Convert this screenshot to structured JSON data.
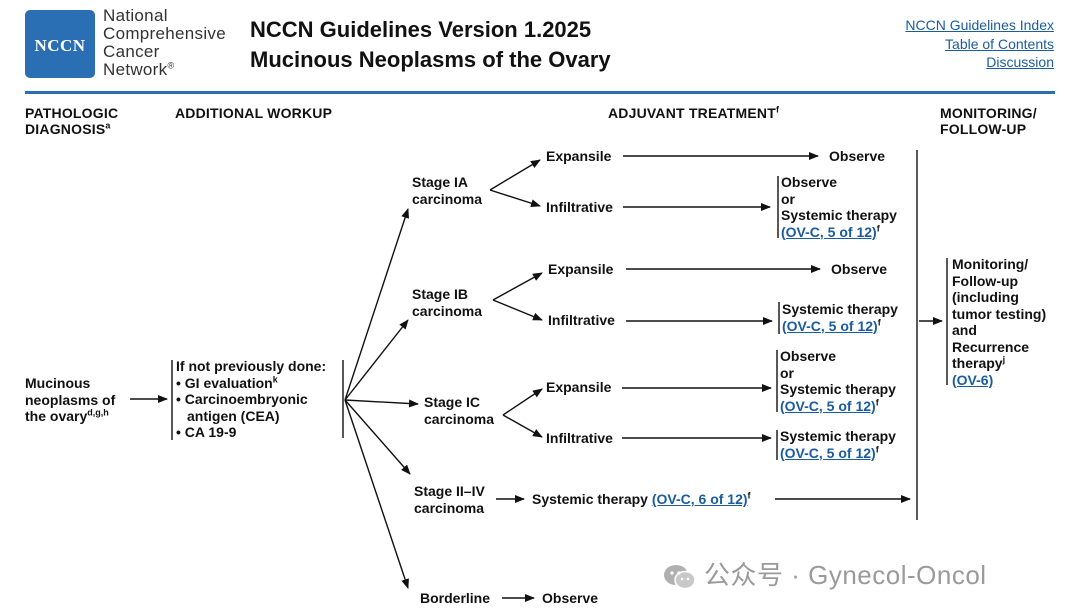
{
  "logo": {
    "abbr": "NCCN",
    "line1": "National",
    "line2": "Comprehensive",
    "line3": "Cancer",
    "line4": "Network",
    "registered": "®"
  },
  "header": {
    "title1": "NCCN Guidelines Version 1.2025",
    "title2": "Mucinous Neoplasms of the Ovary"
  },
  "links": {
    "index": "NCCN Guidelines Index",
    "toc": "Table of Contents",
    "discussion": "Discussion"
  },
  "columns": {
    "pathologic_line1": "PATHOLOGIC",
    "pathologic_line2": "DIAGNOSIS",
    "pathologic_sup": "a",
    "workup": "ADDITIONAL WORKUP",
    "adjuvant": "ADJUVANT TREATMENT",
    "adjuvant_sup": "f",
    "monitoring_line1": "MONITORING/",
    "monitoring_line2": "FOLLOW-UP"
  },
  "diagnosis": {
    "line1": "Mucinous",
    "line2": "neoplasms of",
    "line3": "the ovary",
    "sup": "d,g,h"
  },
  "workup": {
    "heading": "If not previously done:",
    "item1": "• GI evaluation",
    "item1_sup": "k",
    "item2a": "• Carcinoembryonic",
    "item2b": "antigen (CEA)",
    "item3": "• CA 19-9"
  },
  "stages": {
    "ia": {
      "line1": "Stage IA",
      "line2": "carcinoma"
    },
    "ib": {
      "line1": "Stage IB",
      "line2": "carcinoma"
    },
    "ic": {
      "line1": "Stage IC",
      "line2": "carcinoma"
    },
    "iiiv": {
      "line1": "Stage II–IV",
      "line2": "carcinoma"
    },
    "borderline": "Borderline"
  },
  "branches": {
    "expansile": "Expansile",
    "infiltrative": "Infiltrative"
  },
  "outcomes": {
    "observe": "Observe",
    "or": "or",
    "systemic": "Systemic therapy",
    "ovc5": "(OV-C, 5 of 12)",
    "ovc6": "(OV-C, 6 of 12)",
    "sup_f": "f"
  },
  "monitoring": {
    "line1": "Monitoring/",
    "line2": "Follow-up",
    "line3": "(including",
    "line4": "tumor testing)",
    "line5": "and",
    "line6": "Recurrence",
    "line7": "therapy",
    "sup": "j",
    "link": "(OV-6)"
  },
  "watermark": {
    "text": "公众号 · Gynecol-Oncol"
  },
  "colors": {
    "brand": "#2a6fb3",
    "link": "#1a5c9e",
    "text": "#111111",
    "watermark": "#9a9a9a"
  }
}
